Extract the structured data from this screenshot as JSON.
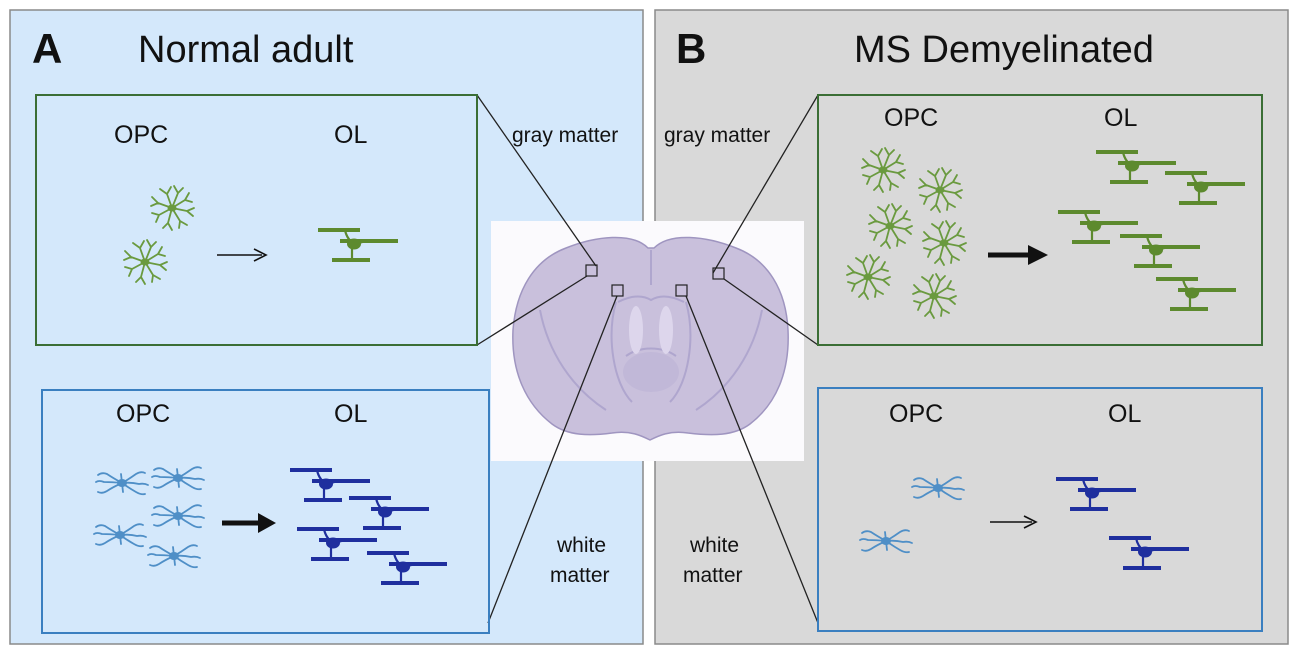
{
  "panel_a": {
    "letter": "A",
    "title": "Normal adult",
    "gray_box": {
      "left_label": "OPC",
      "right_label": "OL"
    },
    "white_box": {
      "left_label": "OPC",
      "right_label": "OL"
    },
    "gray_label": "gray matter",
    "white_label_line1": "white",
    "white_label_line2": "matter"
  },
  "panel_b": {
    "letter": "B",
    "title": "MS Demyelinated",
    "gray_box": {
      "left_label": "OPC",
      "right_label": "OL"
    },
    "white_box": {
      "left_label": "OPC",
      "right_label": "OL"
    },
    "gray_label": "gray matter",
    "white_label_line1": "white",
    "white_label_line2": "matter"
  },
  "colors": {
    "panel_a_bg": "#d4e8fb",
    "panel_b_bg": "#d9d9d9",
    "gray_matter_box_border": "#3b6e35",
    "white_matter_box_border": "#3a7fc0",
    "gray_opc": "#6a9a3f",
    "gray_ol": "#5d8a2e",
    "white_opc": "#4f8fc7",
    "white_ol": "#1f2f9e"
  }
}
